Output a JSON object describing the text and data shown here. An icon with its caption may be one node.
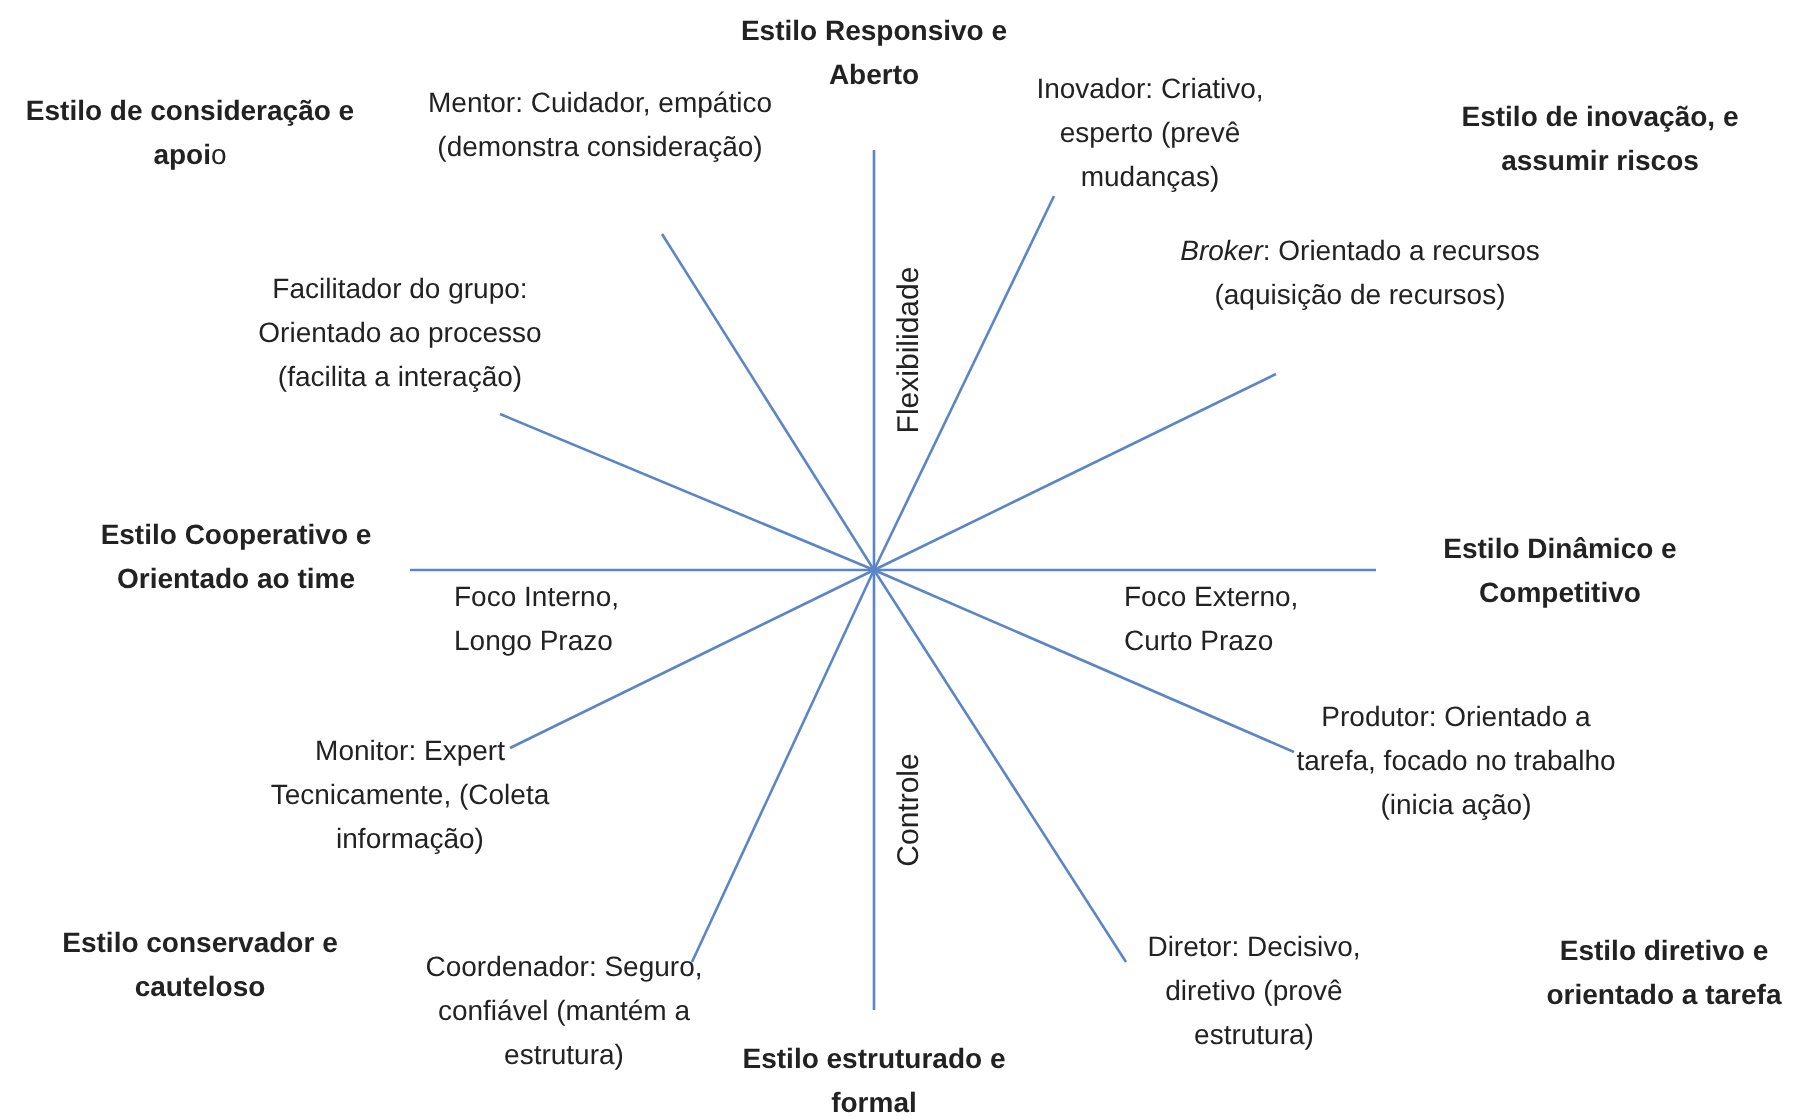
{
  "diagram": {
    "labels": [
      "Estilo Responsivo e Aberto",
      "**Estilo de consideração e apoi**o",
      "Mentor: Cuidador, empático (demonstra consideração)",
      "Inovador: Criativo, esperto (prevê mudanças)",
      "Estilo de inovação, e assumir riscos",
      "*Broker*: Orientado a recursos (aquisição de recursos)",
      "Facilitador do grupo: Orientado ao processo (facilita a interação)",
      "Flexibilidade",
      "Estilo Cooperativo e Orientado ao time",
      "Estilo Dinâmico e Competitivo",
      "Foco Interno, Longo Prazo",
      "Foco Externo, Curto Prazo",
      "Monitor: Expert Tecnicamente, (Coleta informação)",
      "Produtor: Orientado a tarefa, focado no trabalho (inicia ação)",
      "Controle",
      "Estilo conservador e cauteloso",
      "Coordenador: Seguro, confiável (mantém a estrutura)",
      "Diretor: Decisivo, diretivo (provê estrutura)",
      "Estilo diretivo e orientado a tarefa",
      "Estilo estruturado e formal"
    ]
  }
}
